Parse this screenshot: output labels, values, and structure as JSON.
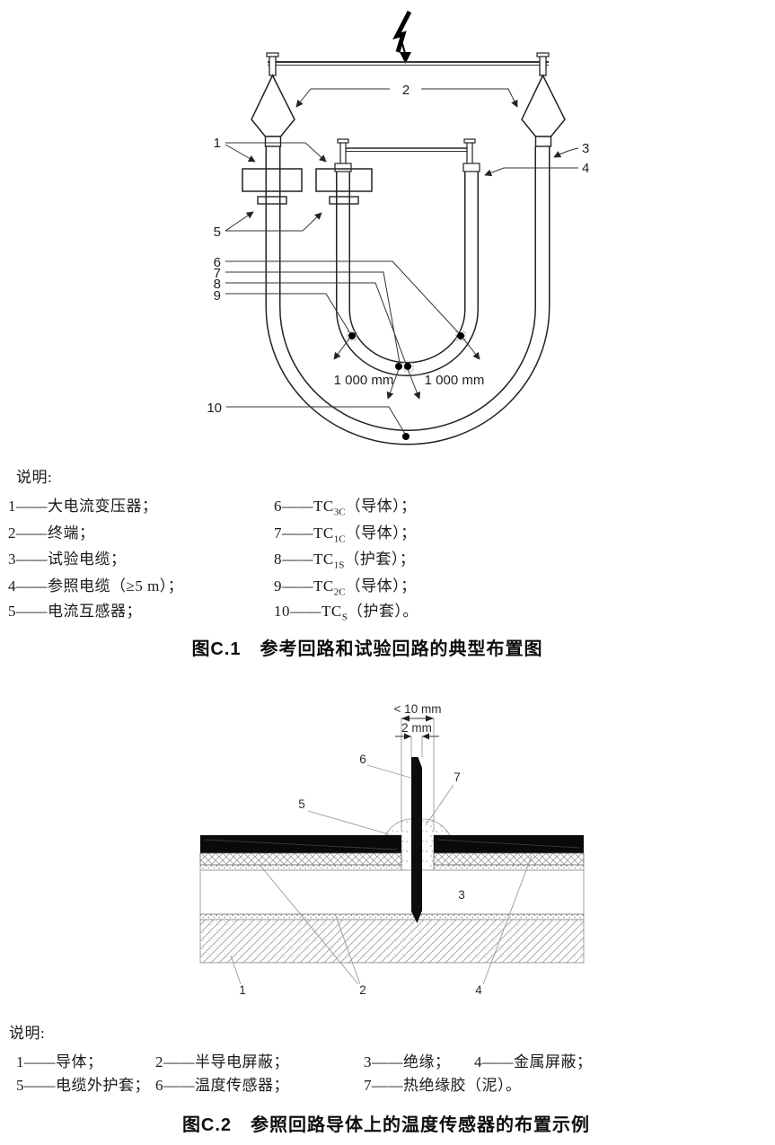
{
  "figure_c1": {
    "callouts": {
      "n1": "1",
      "n2": "2",
      "n3": "3",
      "n4": "4",
      "n5": "5",
      "n6": "6",
      "n7": "7",
      "n8": "8",
      "n9": "9",
      "n10": "10"
    },
    "dims": {
      "left": "1 000 mm",
      "right": "1 000 mm"
    },
    "caption": "图C.1　参考回路和试验回路的典型布置图"
  },
  "legend_c1": {
    "title": "说明:",
    "items_left": [
      "1——大电流变压器；",
      "2——终端；",
      "3——试验电缆；",
      "4——参照电缆（≥5 m）；",
      "5——电流互感器；"
    ],
    "items_right": [
      {
        "pre": "6——TC",
        "sub": "3C",
        "post": "（导体）；"
      },
      {
        "pre": "7——TC",
        "sub": "1C",
        "post": "（导体）；"
      },
      {
        "pre": "8——TC",
        "sub": "1S",
        "post": "（护套）；"
      },
      {
        "pre": "9——TC",
        "sub": "2C",
        "post": "（导体）；"
      },
      {
        "pre": "10——TC",
        "sub": "S",
        "post": "（护套）。"
      }
    ]
  },
  "figure_c2": {
    "callouts": {
      "n1": "1",
      "n2": "2",
      "n3": "3",
      "n4": "4",
      "n5": "5",
      "n6": "6",
      "n7": "7"
    },
    "dims": {
      "hole": "< 10 mm",
      "probe": "2 mm"
    },
    "caption": "图C.2　参照回路导体上的温度传感器的布置示例"
  },
  "legend_c2": {
    "title": "说明:",
    "row1": [
      "1——导体；",
      "2——半导电屏蔽；",
      "3——绝缘；",
      "4——金属屏蔽；"
    ],
    "row2": [
      "5——电缆外护套；",
      "6——温度传感器；",
      "7——热绝缘胶（泥）。"
    ]
  }
}
